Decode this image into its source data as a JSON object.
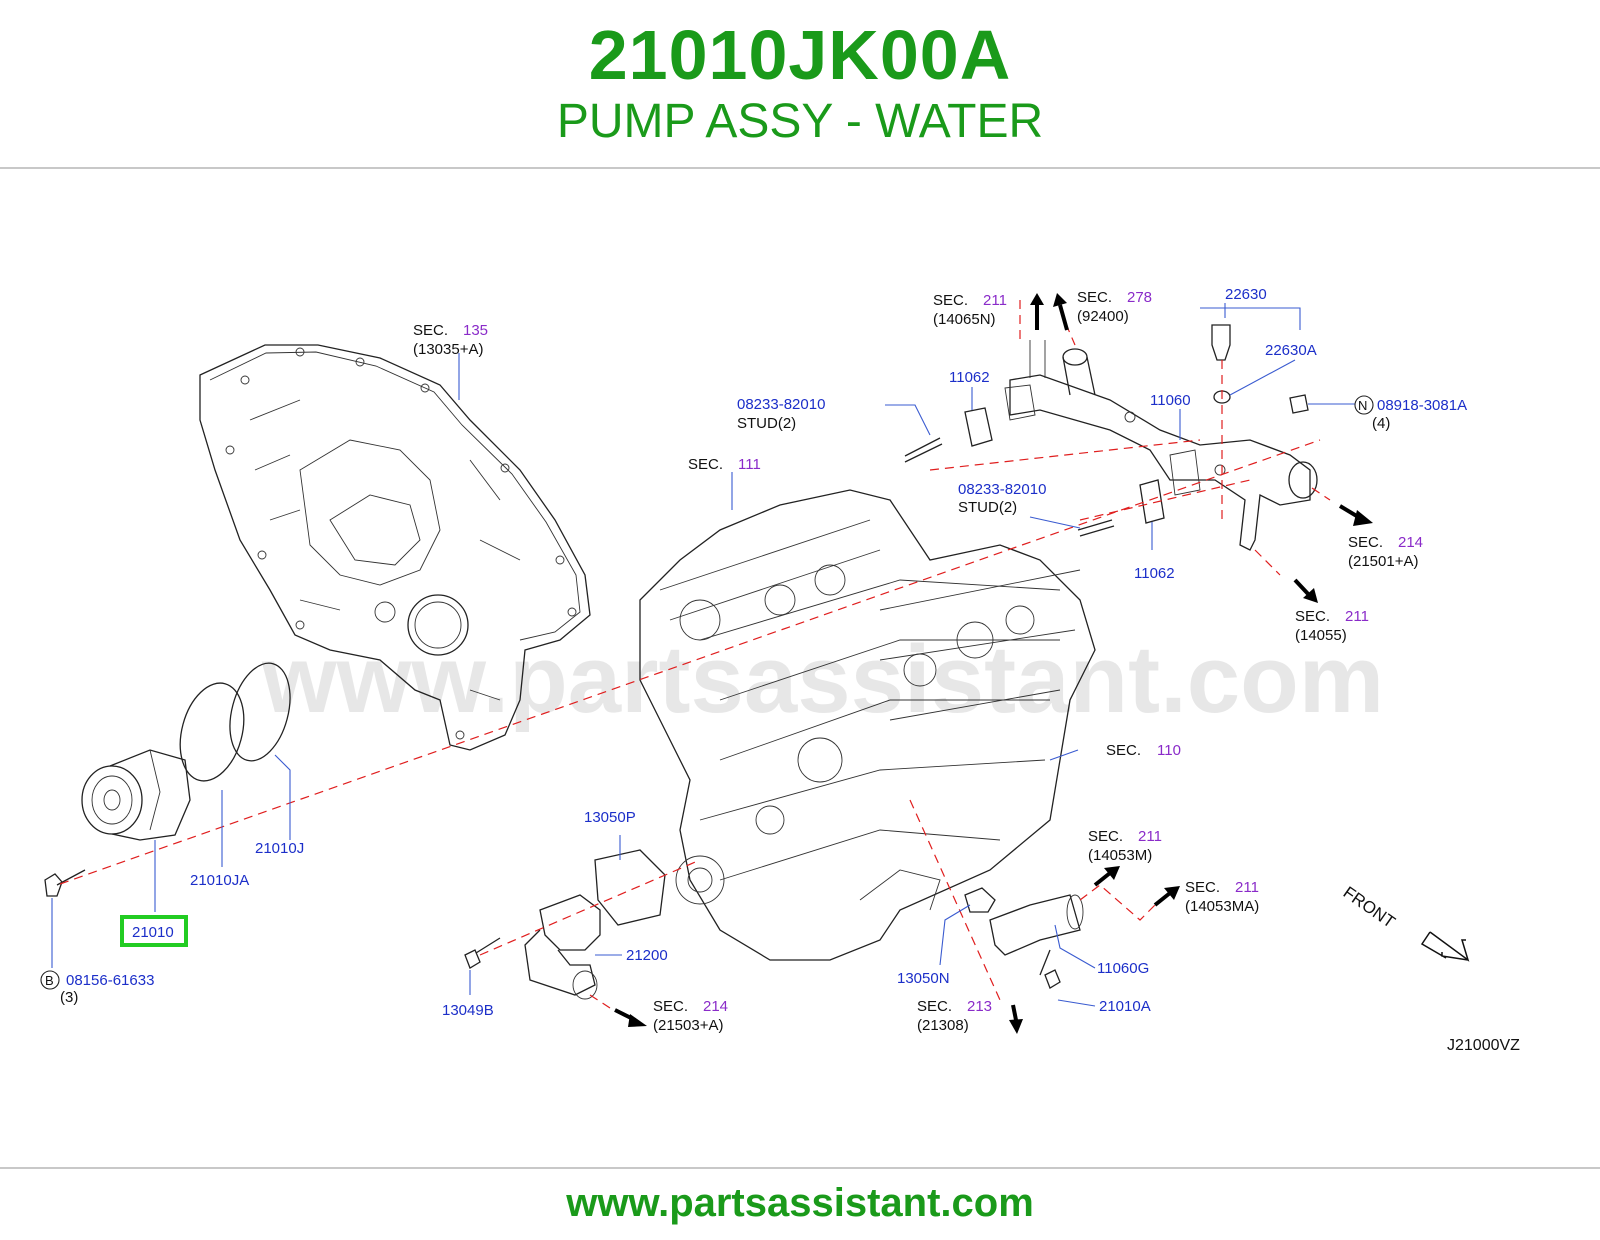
{
  "header": {
    "part_number": "21010JK00A",
    "part_name": "PUMP ASSY - WATER"
  },
  "footer": {
    "url": "www.partsassistant.com"
  },
  "watermark": "www.partsassistant.com",
  "diagram_code": "J21000VZ",
  "front_label": "FRONT",
  "colors": {
    "brand_green": "#1a9a1a",
    "part_blue": "#1c2fc9",
    "section_purple": "#8a2bc9",
    "dashed_red": "#e01e1e",
    "highlight": "#22cc22"
  },
  "sections": [
    {
      "sec": "SEC.",
      "num": "135",
      "ref": "(13035+A)"
    },
    {
      "sec": "SEC.",
      "num": "211",
      "ref": "(14065N)"
    },
    {
      "sec": "SEC.",
      "num": "278",
      "ref": "(92400)"
    },
    {
      "sec": "SEC.",
      "num": "111",
      "ref": ""
    },
    {
      "sec": "SEC.",
      "num": "214",
      "ref": "(21501+A)"
    },
    {
      "sec": "SEC.",
      "num": "211",
      "ref": "(14055)"
    },
    {
      "sec": "SEC.",
      "num": "110",
      "ref": ""
    },
    {
      "sec": "SEC.",
      "num": "211",
      "ref": "(14053M)"
    },
    {
      "sec": "SEC.",
      "num": "211",
      "ref": "(14053MA)"
    },
    {
      "sec": "SEC.",
      "num": "214",
      "ref": "(21503+A)"
    },
    {
      "sec": "SEC.",
      "num": "213",
      "ref": "(21308)"
    }
  ],
  "parts": {
    "p22630": "22630",
    "p22630A": "22630A",
    "p11062a": "11062",
    "p11060": "11060",
    "p08233a": "08233-82010",
    "stud_a": "STUD(2)",
    "p08233b": "08233-82010",
    "stud_b": "STUD(2)",
    "p11062b": "11062",
    "p08918": "08918-3081A",
    "q08918": "(4)",
    "n_mark": "N",
    "p21010J": "21010J",
    "p21010JA": "21010JA",
    "p21010": "21010",
    "p08156": "08156-61633",
    "q08156": "(3)",
    "b_mark": "B",
    "p13050P": "13050P",
    "p21200": "21200",
    "p13049B": "13049B",
    "p13050N": "13050N",
    "p11060G": "11060G",
    "p21010A": "21010A"
  }
}
